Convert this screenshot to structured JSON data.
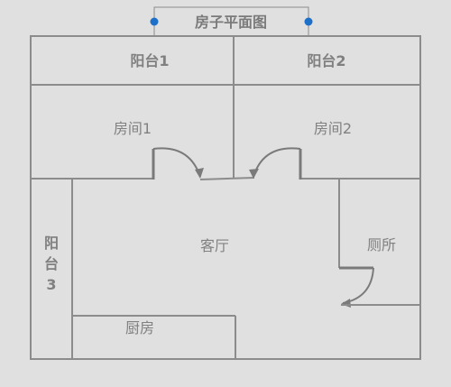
{
  "title": "房子平面图",
  "rooms": {
    "balcony1": "阳台1",
    "balcony2": "阳台2",
    "room1": "房间1",
    "room2": "房间2",
    "living": "客厅",
    "toilet": "厕所",
    "balcony3_line1": "阳",
    "balcony3_line2": "台",
    "balcony3_line3": "3",
    "kitchen": "厨房"
  },
  "colors": {
    "background": "#e0e0e0",
    "wall": "#8c8c8c",
    "handle": "#1e6fc8",
    "text": "#808080"
  }
}
